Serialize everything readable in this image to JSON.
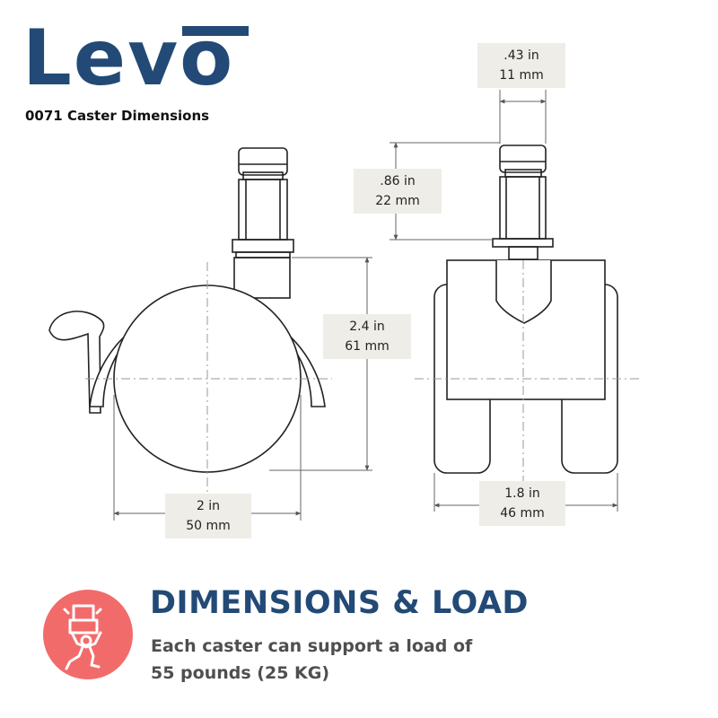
{
  "header": {
    "logo_text": "Levo",
    "subtitle": "0071 Caster Dimensions"
  },
  "dimensions": {
    "stem_width": {
      "imperial": ".43 in",
      "metric": "11 mm"
    },
    "stem_height": {
      "imperial": ".86 in",
      "metric": "22 mm"
    },
    "caster_height": {
      "imperial": "2.4 in",
      "metric": "61 mm"
    },
    "wheel_diameter": {
      "imperial": "2 in",
      "metric": "50 mm"
    },
    "caster_width": {
      "imperial": "1.8 in",
      "metric": "46 mm"
    }
  },
  "load": {
    "title": "DIMENSIONS & LOAD",
    "line1": "Each caster can support a load of",
    "line2": "55 pounds (25 KG)",
    "icon": "person-carrying-box-icon",
    "icon_color": "#f26b6b"
  },
  "colors": {
    "brand": "#234a76",
    "label_bg": "#efede7",
    "text_gray": "#4f4f4f"
  }
}
